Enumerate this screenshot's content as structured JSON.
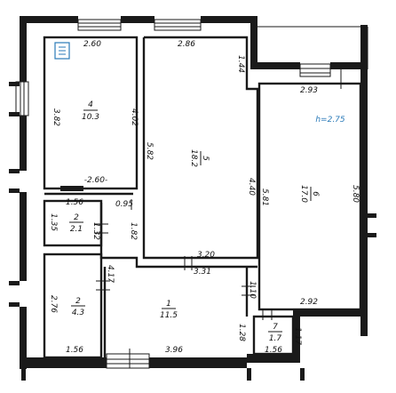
{
  "height_label": "h=2.75",
  "rooms": [
    {
      "id": "r4",
      "number": "4",
      "area": "10.3"
    },
    {
      "id": "r5",
      "number": "5",
      "area": "18.2"
    },
    {
      "id": "r6",
      "number": "6",
      "area": "17.0"
    },
    {
      "id": "r1",
      "number": "1",
      "area": "11.5"
    },
    {
      "id": "r2a",
      "number": "2",
      "area": "2.1"
    },
    {
      "id": "r2b",
      "number": "2",
      "area": "4.3"
    },
    {
      "id": "r7",
      "number": "7",
      "area": "1.7"
    }
  ],
  "dimensions": {
    "r4_top": "2.60",
    "r4_left": "3.82",
    "r4_right": "4.02",
    "r4_bottom": "-2.60-",
    "r5_top": "2.86",
    "r5_top_right": "1.44",
    "r5_left": "5.82",
    "r5_right": "4.40",
    "r5_left_low": "1.82",
    "r5_bottom": "3.20",
    "r5_bottom_outer": "3.31",
    "r6_top": "2.93",
    "r6_left": "5.81",
    "r6_right": "5.80",
    "r6_bottom": "2.92",
    "wc_top": "1.56",
    "wc_left": "1.35",
    "wc_right": "1.32",
    "door_0_95": "0.95",
    "bath_left": "2.76",
    "bath_right": "4.17",
    "bath_bottom": "1.56",
    "hall_bottom": "3.96",
    "hall_right_up": "1.10",
    "hall_right_down": "1.28",
    "r7_right": "1.17",
    "r7_bottom": "1.56"
  }
}
